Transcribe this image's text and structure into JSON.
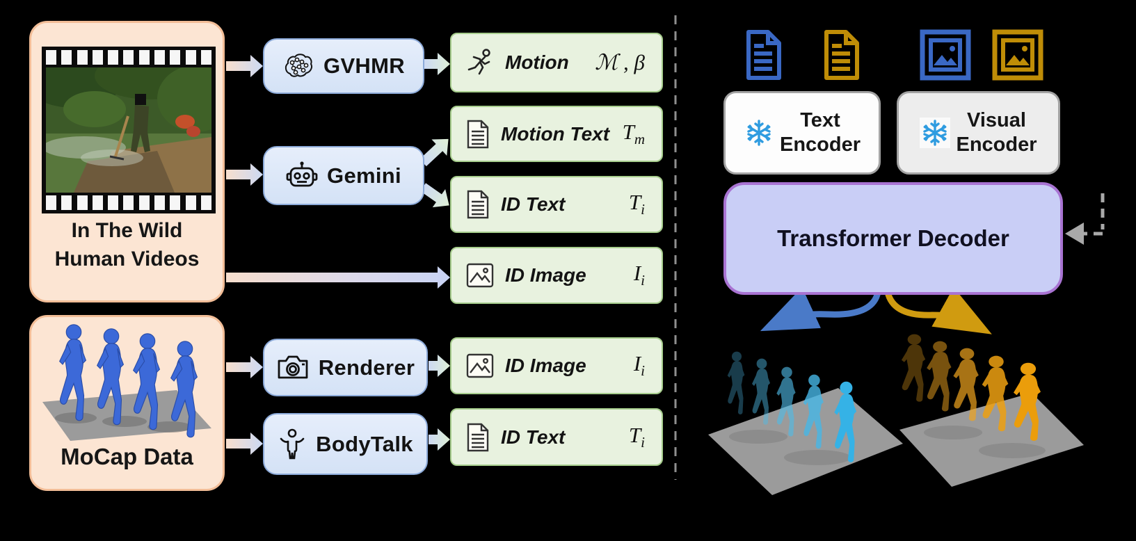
{
  "figure": {
    "background": "#000000",
    "divider": "vertical-dashed"
  },
  "sources": {
    "videos": {
      "line1": "In The Wild",
      "line2": "Human Videos",
      "thumbnail": "man-raking-garden-filmstrip"
    },
    "mocap": {
      "label": "MoCap Data",
      "thumbnail": "blue-walking-mesh-figures"
    }
  },
  "processors": {
    "gvhmr": {
      "label": "GVHMR",
      "icon": "brain-network-icon"
    },
    "gemini": {
      "label": "Gemini",
      "icon": "robot-icon"
    },
    "renderer": {
      "label": "Renderer",
      "icon": "camera-icon"
    },
    "bodytalk": {
      "label": "BodyTalk",
      "icon": "person-icon"
    }
  },
  "outputs": [
    {
      "label": "Motion",
      "symbol": "ℳ , β",
      "icon": "runner-icon"
    },
    {
      "label": "Motion Text",
      "symbol_base": "T",
      "symbol_sub": "m",
      "icon": "document-icon"
    },
    {
      "label": "ID Text",
      "symbol_base": "T",
      "symbol_sub": "i",
      "icon": "document-icon"
    },
    {
      "label": "ID Image",
      "symbol_base": "I",
      "symbol_sub": "i",
      "icon": "image-icon"
    },
    {
      "label": "ID Image",
      "symbol_base": "I",
      "symbol_sub": "i",
      "icon": "image-icon"
    },
    {
      "label": "ID Text",
      "symbol_base": "T",
      "symbol_sub": "i",
      "icon": "document-icon"
    }
  ],
  "encoders": {
    "text": {
      "line1": "Text",
      "line2": "Encoder",
      "icon": "snowflake-icon"
    },
    "visual": {
      "line1": "Visual",
      "line2": "Encoder",
      "icon": "snowflake-icon"
    }
  },
  "decoder": {
    "label": "Transformer Decoder"
  },
  "modal_icons": {
    "text_blue": "text-document-blue-icon",
    "text_gold": "text-document-gold-icon",
    "image_blue": "image-blue-icon",
    "image_gold": "image-gold-icon"
  },
  "colors": {
    "peach_fill": "#fce5d3",
    "peach_border": "#f2bd97",
    "blue_fill": "#dce8f8",
    "blue_border": "#8caad9",
    "green_fill": "#e8f2df",
    "green_border": "#a6cd8c",
    "purple_fill": "#c9cef6",
    "purple_border": "#a873d2",
    "encoder_border": "#a3a3a3",
    "doc_blue": "#3a68c4",
    "doc_gold": "#bf8d07",
    "arrow_blue": "#4a7ac8",
    "arrow_gold": "#d09b10",
    "dashed_gray": "#9a9a9a",
    "figure_blue": "#4fbce8",
    "figure_gold": "#f0a41e",
    "mocap_blue": "#3c69d8"
  }
}
